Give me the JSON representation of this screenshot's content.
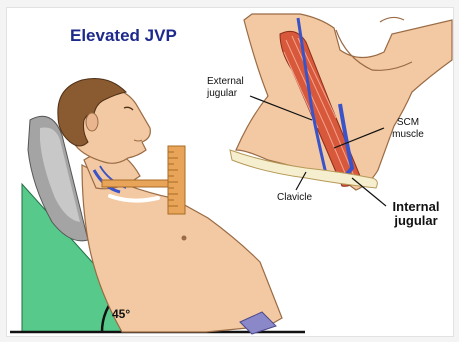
{
  "title": "Elevated JVP",
  "labels": {
    "external_jugular": "External jugular",
    "scm_muscle": "SCM muscle",
    "clavicle": "Clavicle",
    "internal_jugular": "Internal jugular",
    "angle": "45°"
  },
  "colors": {
    "title": "#1d2a8c",
    "skin": "#f2c9a2",
    "hair": "#8a5a30",
    "ruler": "#e8a55a",
    "wedge": "#57c98a",
    "vein": "#3a53c9",
    "muscle": "#d7583a"
  }
}
